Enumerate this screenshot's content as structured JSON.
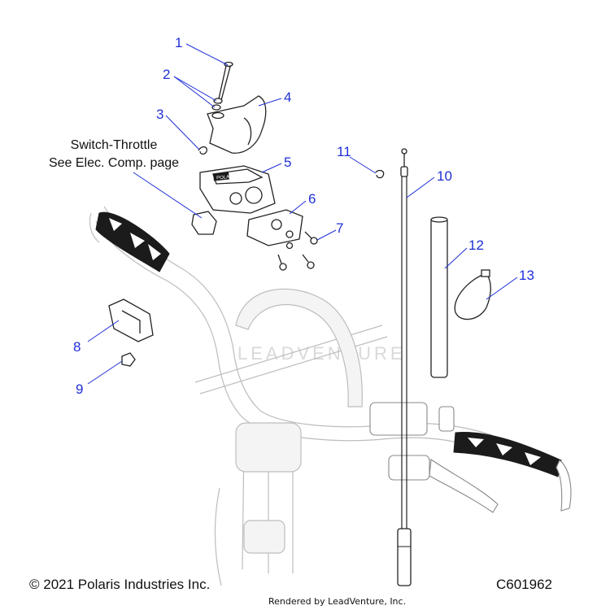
{
  "callouts": [
    "1",
    "2",
    "3",
    "4",
    "5",
    "6",
    "7",
    "8",
    "9",
    "10",
    "11",
    "12",
    "13"
  ],
  "note": {
    "line1": "Switch-Throttle",
    "line2": "See Elec. Comp. page"
  },
  "footer": {
    "copyright": "© 2021 Polaris Industries Inc.",
    "drawing_id": "C601962",
    "rendered_by": "Rendered by LeadVenture, Inc."
  },
  "watermark": "LEADVENTURE",
  "brand_mark": "POLARIS",
  "colors": {
    "callout": "#1f2fd6",
    "line": "#222222",
    "ghost": "#bdbdbd",
    "grip": "#1b1b1b"
  }
}
